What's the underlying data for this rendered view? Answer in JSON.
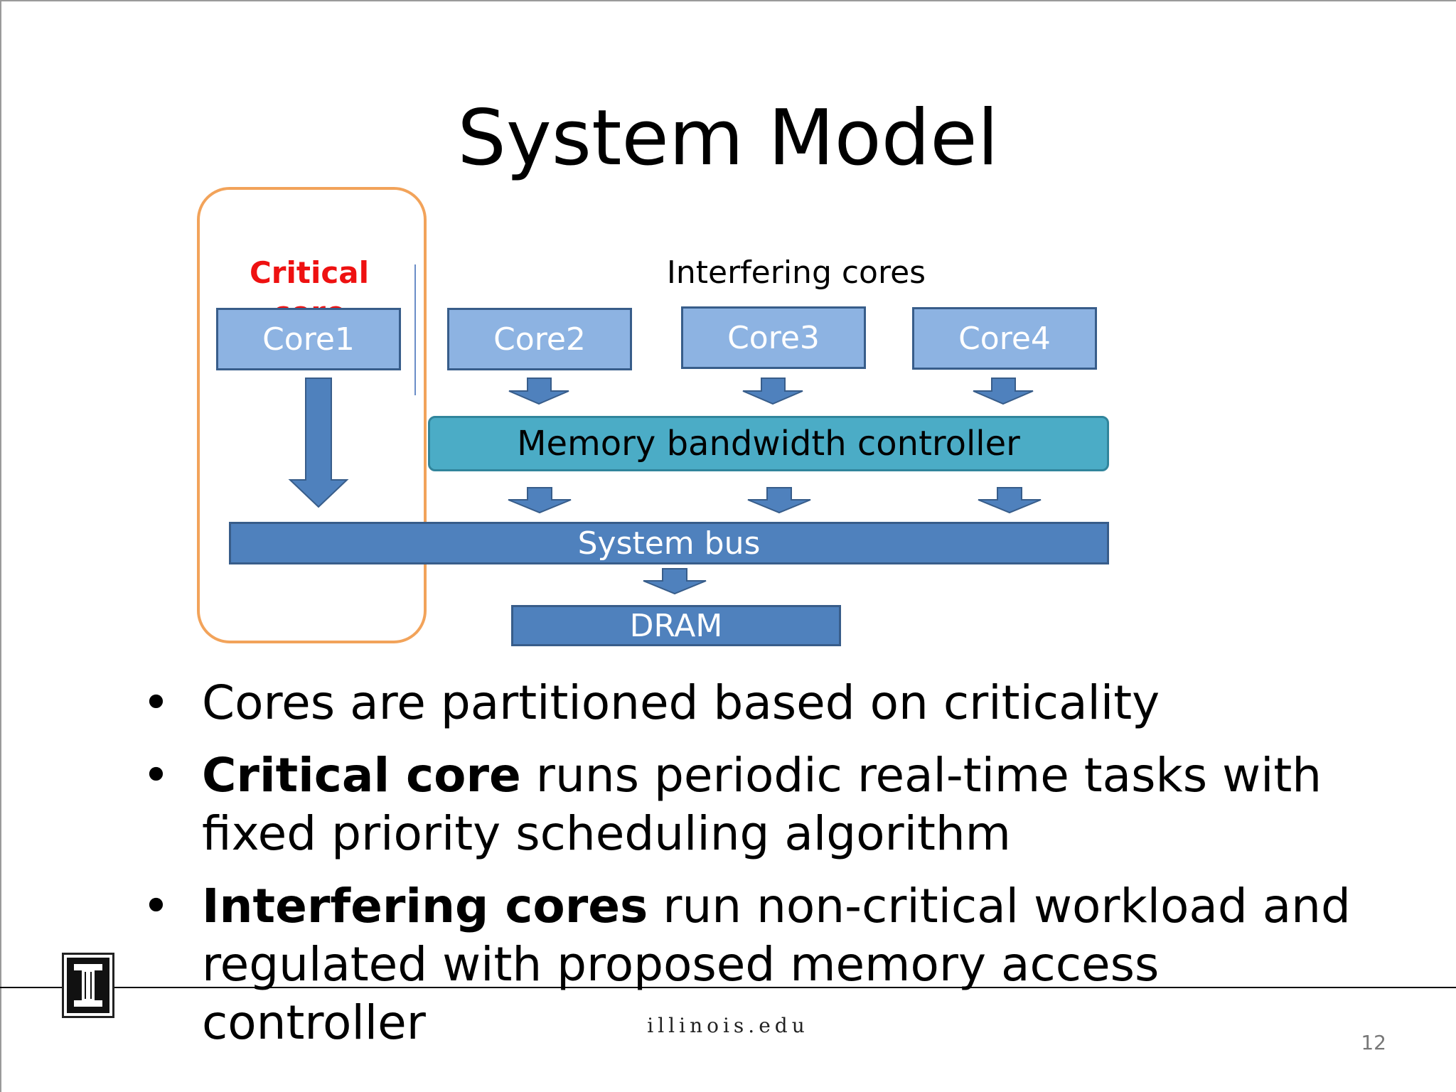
{
  "slide": {
    "title": "System Model",
    "page_number": "12",
    "footer": "illinois.edu"
  },
  "diagram": {
    "critical_label": "Critical core",
    "interfering_label": "Interfering cores",
    "cores": [
      "Core1",
      "Core2",
      "Core3",
      "Core4"
    ],
    "controller": "Memory bandwidth controller",
    "bus": "System bus",
    "memory": "DRAM"
  },
  "bullets": [
    {
      "bold": "",
      "text": "Cores are partitioned based on criticality"
    },
    {
      "bold": "Critical core",
      "text": " runs periodic real-time tasks with fixed priority scheduling algorithm"
    },
    {
      "bold": "Interfering cores",
      "text": " run non-critical workload and regulated with proposed memory access controller"
    }
  ],
  "colors": {
    "critical_red": "#ee1111",
    "critical_frame": "#f2a35a",
    "core_fill": "#8db3e2",
    "bus_fill": "#4f81bd",
    "controller_fill": "#4bacc6"
  },
  "icons": {
    "logo": "university-column-logo"
  }
}
